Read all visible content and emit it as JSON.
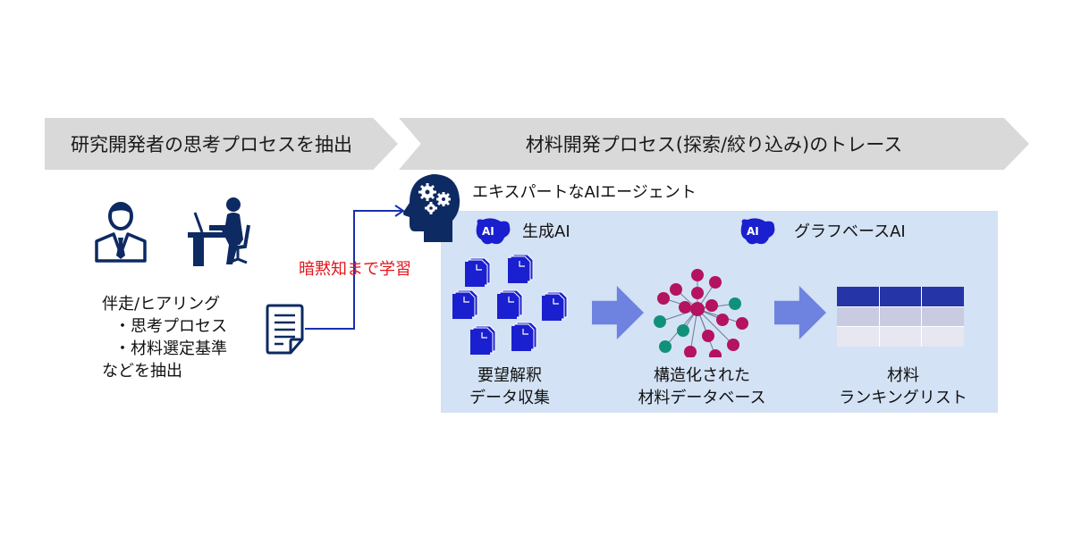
{
  "header": {
    "step1_label": "研究開発者の思考プロセスを抽出",
    "step2_label": "材料開発プロセス(探索/絞り込み)のトレース"
  },
  "left": {
    "icons": [
      "business-person-icon",
      "person-at-desk-icon",
      "document-icon"
    ],
    "lines": [
      "伴走/ヒアリング",
      "・思考プロセス",
      "・材料選定基準",
      "などを抽出"
    ]
  },
  "connector": {
    "label": "暗黙知まで学習",
    "label_color": "#e6141b"
  },
  "agent": {
    "icon": "brain-gears-head-icon",
    "title": "エキスパートなAIエージェント"
  },
  "panel": {
    "badge_text": "AI",
    "generative_ai": {
      "label": "生成AI",
      "icon": "ai-badge-icon"
    },
    "graph_ai": {
      "label": "グラフベースAI",
      "icon": "ai-badge-icon"
    },
    "stages": [
      {
        "icon": "document-stack-icon",
        "lines": [
          "要望解釈",
          "データ収集"
        ]
      },
      {
        "icon": "network-graph-icon",
        "lines": [
          "構造化された",
          "材料データベース"
        ]
      },
      {
        "icon": "table-icon",
        "lines": [
          "材料",
          "ランキングリスト"
        ]
      }
    ]
  },
  "colors": {
    "navy": "#0d2a62",
    "blue": "#1a1fcf",
    "panel": "#d3e2f4",
    "arrow": "#6e82e0",
    "node_magenta": "#b5125f",
    "node_teal": "#12917a",
    "chevron": "#d9d9d9"
  }
}
